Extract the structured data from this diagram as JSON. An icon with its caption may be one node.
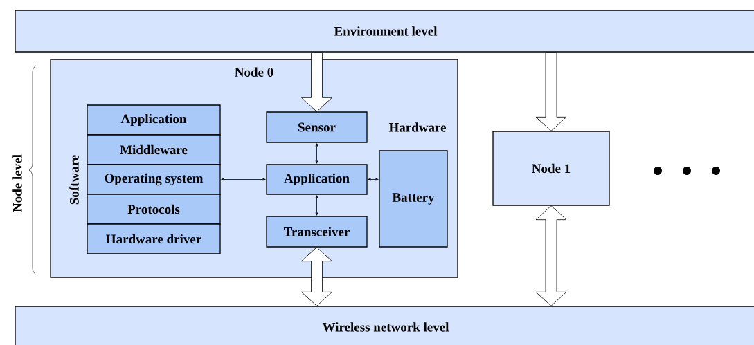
{
  "diagram": {
    "nodes": [
      {
        "text": [
          "Environment level"
        ]
      },
      {
        "text": [
          "Node 0"
        ]
      },
      {
        "text": [
          "Application"
        ],
        "in": 1
      },
      {
        "text": [
          "Middleware"
        ],
        "in": 1
      },
      {
        "text": [
          "Operating system"
        ],
        "in": 1
      },
      {
        "text": [
          "Protocols"
        ],
        "in": 1
      },
      {
        "text": [
          "Hardware driver"
        ],
        "in": 1
      },
      {
        "text": [
          "Sensor"
        ],
        "in": 1
      },
      {
        "text": [
          "Application"
        ],
        "in": 1
      },
      {
        "text": [
          "Transceiver"
        ],
        "in": 1
      },
      {
        "text": [
          "Battery"
        ],
        "in": 1
      },
      {
        "text": [
          "Node 1"
        ]
      },
      {
        "text": [
          "Wireless network level"
        ]
      }
    ],
    "edges": [
      {
        "from": 0,
        "to": 7,
        "arrow": "to",
        "style": "thick"
      },
      {
        "from": 7,
        "to": 8,
        "arrow": "both"
      },
      {
        "from": 8,
        "to": 4,
        "arrow": "both"
      },
      {
        "from": 8,
        "to": 10,
        "arrow": "both"
      },
      {
        "from": 8,
        "to": 9,
        "arrow": "both"
      },
      {
        "from": 9,
        "to": 12,
        "arrow": "both",
        "style": "thick"
      },
      {
        "from": 0,
        "to": 11,
        "arrow": "to",
        "style": "thick"
      },
      {
        "from": 11,
        "to": 12,
        "arrow": "both",
        "style": "thick"
      }
    ],
    "labels": [
      "Node level",
      "Software",
      "Hardware"
    ]
  }
}
